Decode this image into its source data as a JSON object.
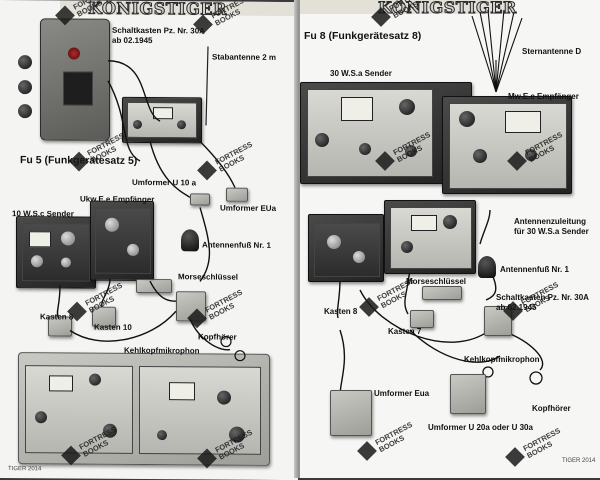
{
  "left_page": {
    "header": "KÖNIGSTIGER",
    "section_title": "Fu 5 (Funkgerätesatz 5)",
    "labels": {
      "schaltkasten": "Schaltkasten Pz. Nr. 30A",
      "schaltkasten_date": "ab 02.1945",
      "stabantenne": "Stabantenne 2 m",
      "umformer_u10a": "Umformer U 10 a",
      "ukw_receiver": "Ukw.E.e Empfänger",
      "umformer_eua": "Umformer EUa",
      "sender_10w": "10 W.S.c Sender",
      "antennenfuss": "Antennenfuß Nr. 1",
      "morseschluessel": "Morseschlüssel",
      "kasten8": "Kasten 8",
      "kasten10": "Kasten 10",
      "kopfhoerer": "Kopfhörer",
      "kehlkopfmikrophon": "Kehlkopfmikrophon"
    },
    "folio": "TIGER 2014"
  },
  "right_page": {
    "header": "KÖNIGSTIGER",
    "section_title": "Fu 8 (Funkgerätesatz 8)",
    "labels": {
      "sternantenne": "Sternantenne D",
      "sender_30w": "30 W.S.a Sender",
      "mwec": "Mw.E.c Empfänger",
      "zuleitung_1": "Antennenzuleitung",
      "zuleitung_2": "für 30 W.S.a Sender",
      "antennenfuss": "Antennenfuß Nr. 1",
      "morseschluessel": "Morseschlüssel",
      "schaltkasten": "Schaltkasten Pz. Nr. 30A",
      "schaltkasten_date": "ab 02.1945",
      "kasten8": "Kasten 8",
      "kasten7": "Kasten 7",
      "kehlkopfmikrophon": "Kehlkopfmikrophon",
      "umformer_eua": "Umformer Eua",
      "kopfhoerer": "Kopfhörer",
      "umformer_u20a": "Umformer U 20a oder U 30a"
    },
    "folio": "TIGER 2014"
  },
  "watermark": {
    "line1": "FORTRESS",
    "line2": "BOOKS"
  }
}
